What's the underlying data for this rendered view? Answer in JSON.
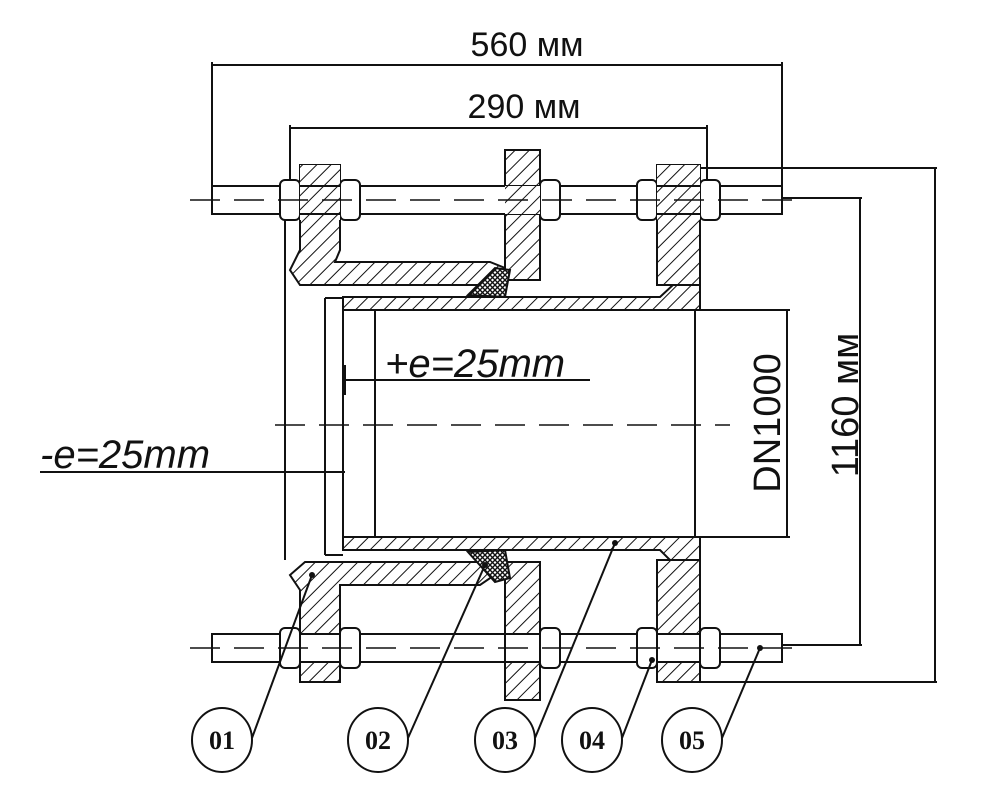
{
  "dimensions": {
    "overall_length": "560 мм",
    "flange_span": "290 мм",
    "plus_eccentricity": "+e=25mm",
    "minus_eccentricity": "-e=25mm",
    "nominal_diameter": "DN1000",
    "flange_height": "1160 мм"
  },
  "callouts": [
    "01",
    "02",
    "03",
    "04",
    "05"
  ]
}
